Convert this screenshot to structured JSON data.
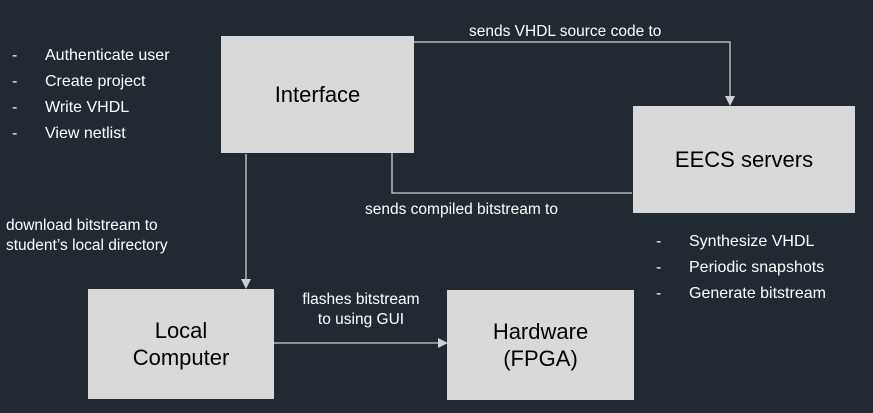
{
  "nodes": {
    "interface": "Interface",
    "eecs_servers": "EECS servers",
    "local_computer": "Local\nComputer",
    "hardware": "Hardware\n(FPGA)"
  },
  "edges": {
    "interface_to_servers": "sends VHDL source code to",
    "servers_to_interface": "sends compiled bitstream to",
    "interface_to_local": "download bitstream to\nstudent’s local directory",
    "local_to_hardware": "flashes bitstream\nto using GUI"
  },
  "interface_notes": [
    "Authenticate user",
    "Create project",
    "Write VHDL",
    "View netlist"
  ],
  "server_notes": [
    "Synthesize VHDL",
    "Periodic snapshots",
    "Generate bitstream"
  ],
  "colors": {
    "background": "#212a33",
    "box": "#d9d9d9",
    "line": "#d0d0d0",
    "text": "#ffffff"
  }
}
